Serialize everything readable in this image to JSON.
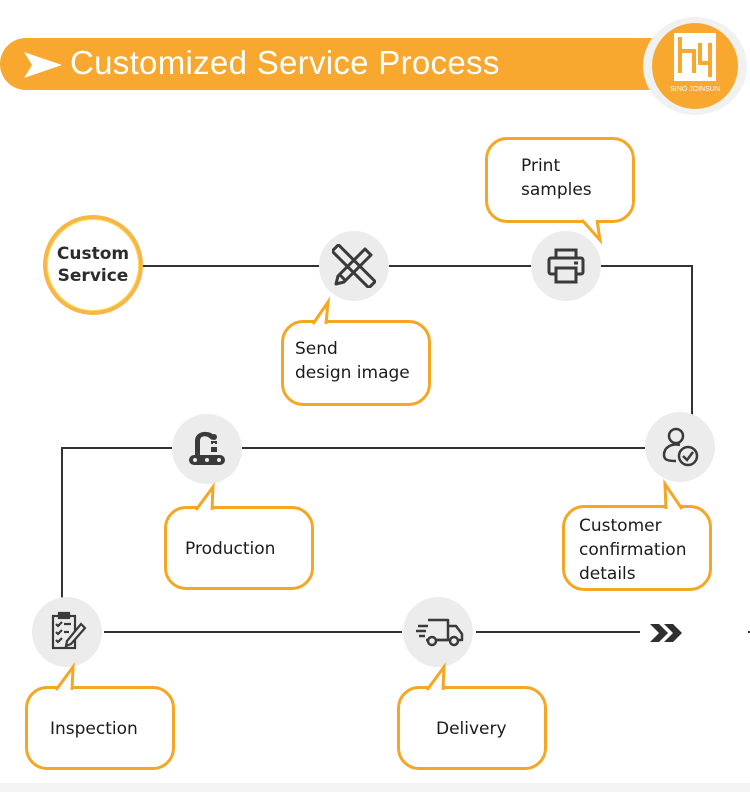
{
  "header": {
    "title": "Customized Service Process",
    "brand": "SINO JOINSUN",
    "accent_color": "#f8a82e"
  },
  "start": {
    "line1": "Custom",
    "line2": "Service"
  },
  "steps": [
    {
      "icon": "ruler-pencil-icon",
      "line1": "Send",
      "line2": "design image"
    },
    {
      "icon": "printer-icon",
      "line1": "Print",
      "line2": "samples"
    },
    {
      "icon": "user-check-icon",
      "line1": "Customer",
      "line2": "confirmation",
      "line3": "details"
    },
    {
      "icon": "robot-arm-conveyor-icon",
      "line1": "Production"
    },
    {
      "icon": "clipboard-checklist-icon",
      "line1": "Inspection"
    },
    {
      "icon": "delivery-truck-icon",
      "line1": "Delivery"
    }
  ],
  "flow_end_icon": "double-chevron-right-icon"
}
